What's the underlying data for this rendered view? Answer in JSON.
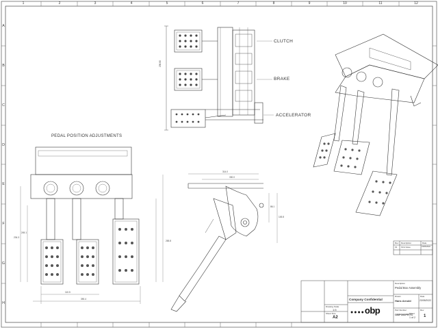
{
  "zones": {
    "top": [
      "1",
      "2",
      "3",
      "4",
      "5",
      "6",
      "7",
      "8",
      "9",
      "10",
      "11",
      "12"
    ],
    "left": [
      "A",
      "B",
      "C",
      "D",
      "E",
      "F",
      "G",
      "H"
    ]
  },
  "views": {
    "side_labels": [
      "CLUTCH",
      "BRAKE",
      "ACCELERATOR"
    ],
    "front_title": "PEDAL POSITION ADJUSTMENTS"
  },
  "dimensions": {
    "top_side_height": "238.80",
    "front_left_1": "234.3",
    "front_left_2": "245.1",
    "front_left_3": "265.8",
    "front_bottom_1": "110.5",
    "front_bottom_2": "390.4",
    "side_top_1": "314.0",
    "side_top_2": "330.0",
    "side_right_1": "86.1",
    "side_right_2": "145.8"
  },
  "revision_table": {
    "headers": [
      "Rev",
      "Description",
      "Date"
    ],
    "rows": [
      [
        "01",
        "First Issue",
        "23/05/2022"
      ]
    ]
  },
  "title_block": {
    "company_confidential": "Company Confidential",
    "sheet_size_label": "Sheet Size",
    "sheet_size": "A2",
    "drawing_scale_label": "Drawing Scale",
    "drawing_scale": "1:5",
    "description_label": "Description",
    "description": "Pedal Box Assembly",
    "drawn_label": "Drawn",
    "drawn_by": "Hans Arnold",
    "date_label": "Date",
    "date": "23/05/2022",
    "part_label": "Part Number",
    "part_number": "OBP000PRTC",
    "sheet_label": "Sheet",
    "sheet": "1 of 2",
    "rev_label": "Rev",
    "rev": "1",
    "logo": "obp"
  }
}
